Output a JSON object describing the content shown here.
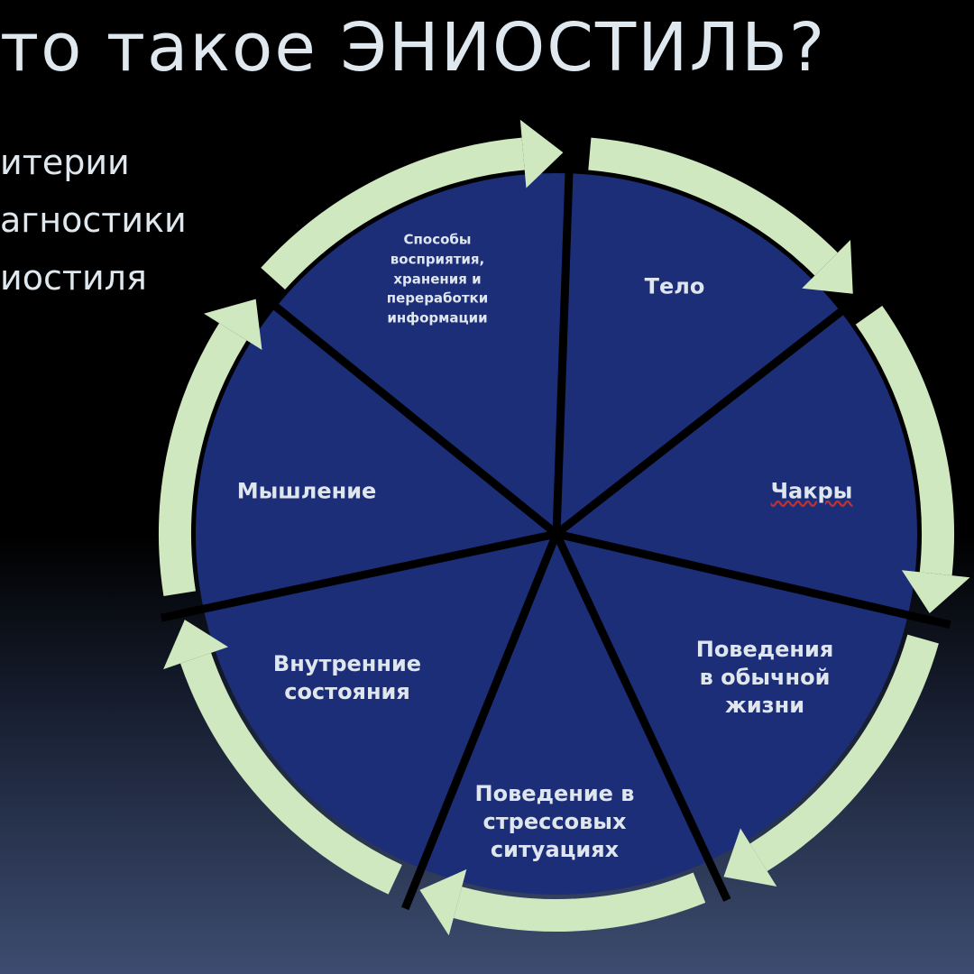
{
  "title": "то такое ЭНИОСТИЛЬ?",
  "subtitle_lines": [
    "итерии",
    "агностики",
    "иостиля"
  ],
  "colors": {
    "segment": "#1c2e78",
    "ring": "#cfe8bf",
    "divider": "#000000"
  },
  "segments": [
    {
      "label": "Тело"
    },
    {
      "label": "Чакры"
    },
    {
      "label": "Поведения в обычной жизни"
    },
    {
      "label": "Поведение в стрессовых ситуациях"
    },
    {
      "label": "Внутренние состояния"
    },
    {
      "label": "Мышление"
    },
    {
      "label": "Способы восприятия, хранения и переработки информации"
    }
  ]
}
